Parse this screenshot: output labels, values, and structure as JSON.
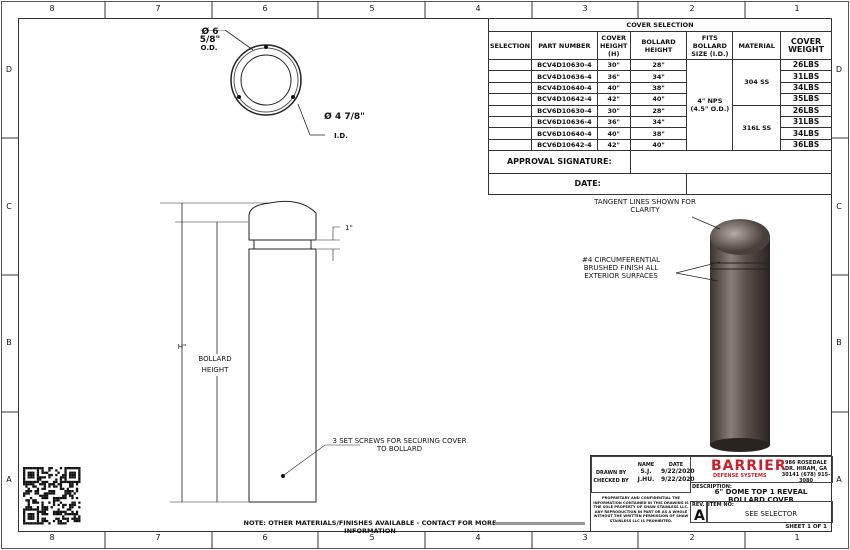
{
  "zones": {
    "columns": [
      "8",
      "7",
      "6",
      "5",
      "4",
      "3",
      "2",
      "1"
    ],
    "rows": [
      "D",
      "C",
      "B",
      "A"
    ]
  },
  "end_view": {
    "od_label": "Ø 6 5/8\"",
    "od_text": "O.D.",
    "id_label": "Ø 4 7/8\"",
    "id_text": "I.D."
  },
  "cover_selection": {
    "title": "COVER SELECTION",
    "headers": [
      "SELECTION",
      "PART NUMBER",
      "COVER HEIGHT (H)",
      "BOLLARD HEIGHT",
      "FITS BOLLARD SIZE (I.D.)",
      "MATERIAL",
      "COVER WEIGHT"
    ],
    "rows": [
      {
        "part": "BCV4D10630-4",
        "cover": "30\"",
        "bollard": "28\"",
        "weight": "26LBS"
      },
      {
        "part": "BCV4D10636-4",
        "cover": "36\"",
        "bollard": "34\"",
        "weight": "31LBS"
      },
      {
        "part": "BCV4D10640-4",
        "cover": "40\"",
        "bollard": "38\"",
        "weight": "34LBS"
      },
      {
        "part": "BCV4D10642-4",
        "cover": "42\"",
        "bollard": "40\"",
        "weight": "35LBS"
      },
      {
        "part": "BCV6D10630-4",
        "cover": "30\"",
        "bollard": "28\"",
        "weight": "26LBS"
      },
      {
        "part": "BCV6D10636-4",
        "cover": "36\"",
        "bollard": "34\"",
        "weight": "31LBS"
      },
      {
        "part": "BCV6D10640-4",
        "cover": "40\"",
        "bollard": "38\"",
        "weight": "34LBS"
      },
      {
        "part": "BCV6D10642-4",
        "cover": "42\"",
        "bollard": "40\"",
        "weight": "36LBS"
      }
    ],
    "fits": "4\" NPS (4.5\" O.D.)",
    "materials": [
      "304 SS",
      "316L SS"
    ],
    "approval_label": "APPROVAL SIGNATURE:",
    "date_label": "DATE:"
  },
  "side_view": {
    "h_label": "H\"",
    "bollard_height": "BOLLARD HEIGHT",
    "reveal": "1\"",
    "screws": "3 SET SCREWS FOR SECURING COVER TO BOLLARD"
  },
  "iso_view": {
    "tangent": "TANGENT LINES SHOWN FOR CLARITY",
    "finish": "#4 CIRCUMFERENTIAL BRUSHED FINISH ALL EXTERIOR SURFACES"
  },
  "note": "NOTE: OTHER MATERIALS/FINISHES AVAILABLE - CONTACT FOR MORE INFORMATION",
  "title_block": {
    "name_h": "NAME",
    "date_h": "DATE",
    "drawn_by": "DRAWN BY",
    "drawn_name": "S.J.",
    "drawn_date": "9/22/2020",
    "checked_by": "CHECKED BY",
    "checked_name": "J.HU.",
    "checked_date": "9/22/2020",
    "proprietary": "PROPRIETARY AND CONFIDENTIAL THE INFORMATION CONTAINED IN THIS DRAWING IS THE SOLE PROPERTY OF SHAW STAINLESS LLC. ANY REPRODUCTION IN PART OR AS A WHOLE WITHOUT THE WRITTEN PERMISSION OF SHAW STAINLESS LLC IS PROHIBITED.",
    "company": "BARRIER",
    "company_sub": "DEFENSE SYSTEMS",
    "address": "986 ROSEDALE DR. HIRAM, GA 30141 (678) 915-3080",
    "description_label": "DESCRIPTION:",
    "description": "6\" DOME TOP 1 REVEAL BOLLARD COVER",
    "rev_label": "REV.",
    "rev": "A",
    "item_label": "ITEM NO:",
    "item": "SEE SELECTOR",
    "sheet": "SHEET 1 OF 1",
    "brand_color": "#c8202a"
  }
}
